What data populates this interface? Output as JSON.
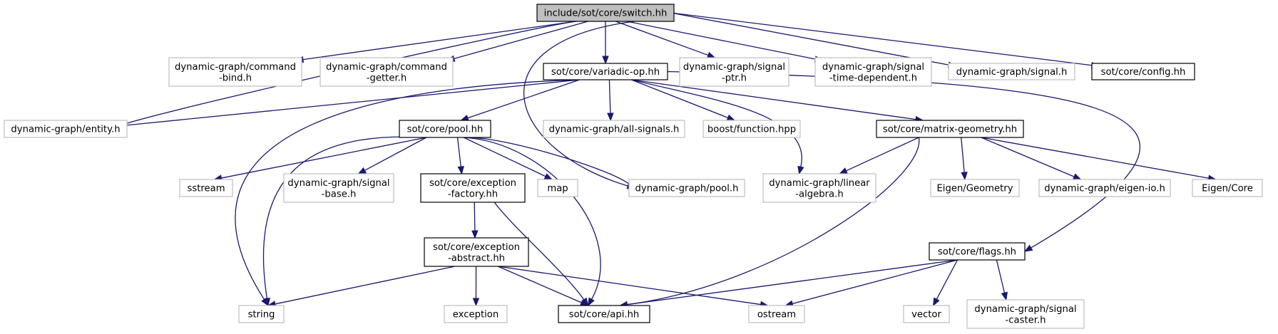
{
  "colors": {
    "edge": "#191970",
    "root_fill": "#bfbfbf",
    "internal_border": "#000000",
    "external_border": "#bfbfbf",
    "text": "#000000"
  },
  "nodes": [
    {
      "id": "switch",
      "lines": [
        "include/sot/core/switch.hh"
      ],
      "kind": "root"
    },
    {
      "id": "cmdbind",
      "lines": [
        "dynamic-graph/command",
        "-bind.h"
      ],
      "kind": "external"
    },
    {
      "id": "cmdgetter",
      "lines": [
        "dynamic-graph/command",
        "-getter.h"
      ],
      "kind": "external"
    },
    {
      "id": "variadic",
      "lines": [
        "sot/core/variadic-op.hh"
      ],
      "kind": "internal"
    },
    {
      "id": "sigptr",
      "lines": [
        "dynamic-graph/signal",
        "-ptr.h"
      ],
      "kind": "external"
    },
    {
      "id": "sigtime",
      "lines": [
        "dynamic-graph/signal",
        "-time-dependent.h"
      ],
      "kind": "external"
    },
    {
      "id": "signal",
      "lines": [
        "dynamic-graph/signal.h"
      ],
      "kind": "external"
    },
    {
      "id": "config",
      "lines": [
        "sot/core/config.hh"
      ],
      "kind": "internal"
    },
    {
      "id": "entity",
      "lines": [
        "dynamic-graph/entity.h"
      ],
      "kind": "external"
    },
    {
      "id": "pool",
      "lines": [
        "sot/core/pool.hh"
      ],
      "kind": "internal"
    },
    {
      "id": "allsignals",
      "lines": [
        "dynamic-graph/all-signals.h"
      ],
      "kind": "external"
    },
    {
      "id": "boostfn",
      "lines": [
        "boost/function.hpp"
      ],
      "kind": "external"
    },
    {
      "id": "matgeo",
      "lines": [
        "sot/core/matrix-geometry.hh"
      ],
      "kind": "internal"
    },
    {
      "id": "sstream",
      "lines": [
        "sstream"
      ],
      "kind": "external"
    },
    {
      "id": "sigbase",
      "lines": [
        "dynamic-graph/signal",
        "-base.h"
      ],
      "kind": "external"
    },
    {
      "id": "excfactory",
      "lines": [
        "sot/core/exception",
        "-factory.hh"
      ],
      "kind": "internal"
    },
    {
      "id": "map",
      "lines": [
        "map"
      ],
      "kind": "external"
    },
    {
      "id": "dgpool",
      "lines": [
        "dynamic-graph/pool.h"
      ],
      "kind": "external"
    },
    {
      "id": "linalg",
      "lines": [
        "dynamic-graph/linear",
        "-algebra.h"
      ],
      "kind": "external"
    },
    {
      "id": "eigengeo",
      "lines": [
        "Eigen/Geometry"
      ],
      "kind": "external"
    },
    {
      "id": "eigenio",
      "lines": [
        "dynamic-graph/eigen-io.h"
      ],
      "kind": "external"
    },
    {
      "id": "eigencore",
      "lines": [
        "Eigen/Core"
      ],
      "kind": "external"
    },
    {
      "id": "excabstract",
      "lines": [
        "sot/core/exception",
        "-abstract.hh"
      ],
      "kind": "internal"
    },
    {
      "id": "flags",
      "lines": [
        "sot/core/flags.hh"
      ],
      "kind": "internal"
    },
    {
      "id": "string",
      "lines": [
        "string"
      ],
      "kind": "external"
    },
    {
      "id": "exception",
      "lines": [
        "exception"
      ],
      "kind": "external"
    },
    {
      "id": "api",
      "lines": [
        "sot/core/api.hh"
      ],
      "kind": "internal"
    },
    {
      "id": "ostream",
      "lines": [
        "ostream"
      ],
      "kind": "external"
    },
    {
      "id": "vector",
      "lines": [
        "vector"
      ],
      "kind": "external"
    },
    {
      "id": "sigcaster",
      "lines": [
        "dynamic-graph/signal",
        "-caster.h"
      ],
      "kind": "external"
    }
  ],
  "edges": [
    {
      "from": "switch",
      "to": "cmdbind"
    },
    {
      "from": "switch",
      "to": "cmdgetter"
    },
    {
      "from": "switch",
      "to": "variadic"
    },
    {
      "from": "switch",
      "to": "sigptr"
    },
    {
      "from": "switch",
      "to": "sigtime"
    },
    {
      "from": "switch",
      "to": "signal"
    },
    {
      "from": "switch",
      "to": "config"
    },
    {
      "from": "switch",
      "to": "entity"
    },
    {
      "from": "switch",
      "to": "dgpool"
    },
    {
      "from": "variadic",
      "to": "entity"
    },
    {
      "from": "variadic",
      "to": "pool"
    },
    {
      "from": "variadic",
      "to": "allsignals"
    },
    {
      "from": "variadic",
      "to": "boostfn"
    },
    {
      "from": "variadic",
      "to": "matgeo"
    },
    {
      "from": "variadic",
      "to": "linalg"
    },
    {
      "from": "variadic",
      "to": "string"
    },
    {
      "from": "variadic",
      "to": "flags"
    },
    {
      "from": "pool",
      "to": "sstream"
    },
    {
      "from": "pool",
      "to": "sigbase"
    },
    {
      "from": "pool",
      "to": "excfactory"
    },
    {
      "from": "pool",
      "to": "map"
    },
    {
      "from": "pool",
      "to": "dgpool"
    },
    {
      "from": "pool",
      "to": "string"
    },
    {
      "from": "pool",
      "to": "api"
    },
    {
      "from": "excfactory",
      "to": "excabstract"
    },
    {
      "from": "excfactory",
      "to": "api"
    },
    {
      "from": "excabstract",
      "to": "string"
    },
    {
      "from": "excabstract",
      "to": "exception"
    },
    {
      "from": "excabstract",
      "to": "api"
    },
    {
      "from": "excabstract",
      "to": "ostream"
    },
    {
      "from": "matgeo",
      "to": "linalg"
    },
    {
      "from": "matgeo",
      "to": "api"
    },
    {
      "from": "matgeo",
      "to": "eigengeo"
    },
    {
      "from": "matgeo",
      "to": "eigenio"
    },
    {
      "from": "matgeo",
      "to": "eigencore"
    },
    {
      "from": "flags",
      "to": "api"
    },
    {
      "from": "flags",
      "to": "ostream"
    },
    {
      "from": "flags",
      "to": "vector"
    },
    {
      "from": "flags",
      "to": "sigcaster"
    }
  ]
}
